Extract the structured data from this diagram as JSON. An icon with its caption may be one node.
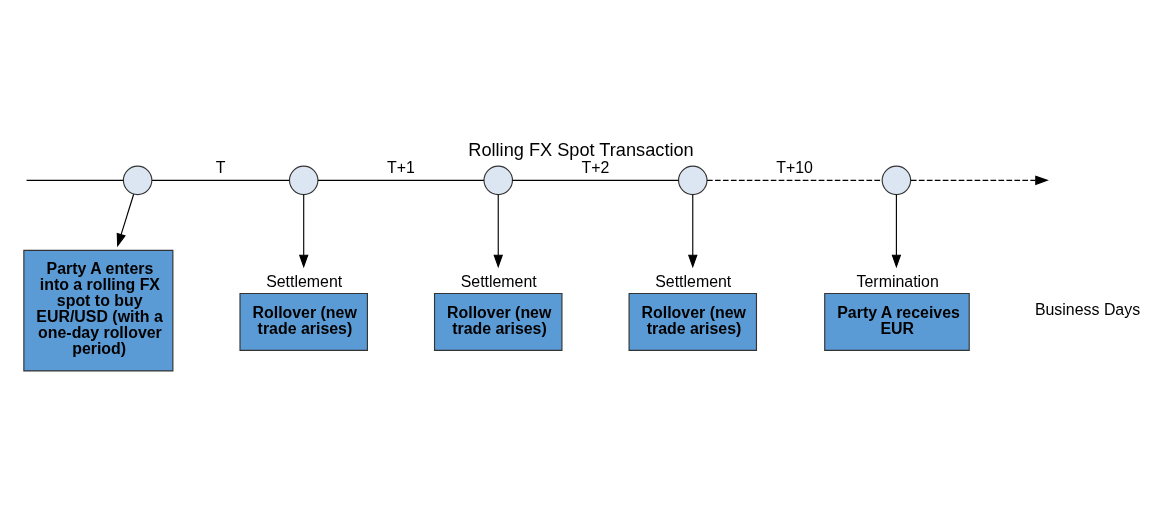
{
  "diagram": {
    "title": "Rolling FX Spot Transaction",
    "nodes": [
      {
        "text": [],
        "shape": "circle"
      },
      {
        "text": [],
        "shape": "circle"
      },
      {
        "text": [],
        "shape": "circle"
      },
      {
        "text": [],
        "shape": "circle"
      },
      {
        "text": [],
        "shape": "circle"
      },
      {
        "text": [
          "Party A enters into a rolling FX spot to buy EUR/USD (with a one-day rollover period)"
        ]
      },
      {
        "text": [
          "Rollover (new trade arises)"
        ],
        "beside": [
          "Settlement"
        ]
      },
      {
        "text": [
          "Rollover (new trade arises)"
        ],
        "beside": [
          "Settlement"
        ]
      },
      {
        "text": [
          "Rollover (new trade arises)"
        ],
        "beside": [
          "Settlement"
        ]
      },
      {
        "text": [
          "Party A receives EUR"
        ],
        "beside": [
          "Termination"
        ]
      }
    ],
    "edges": [
      {
        "from": null,
        "to": 0,
        "arrow": "none"
      },
      {
        "from": 0,
        "to": 1,
        "arrow": "none",
        "label": "T"
      },
      {
        "from": 1,
        "to": 2,
        "arrow": "none",
        "label": "T+1"
      },
      {
        "from": 2,
        "to": 3,
        "arrow": "none",
        "label": "T+2"
      },
      {
        "from": 3,
        "to": 4,
        "arrow": "none",
        "label": "T+10",
        "style": "dashed"
      },
      {
        "from": 4,
        "to": null,
        "arrow": "to",
        "style": "dashed"
      },
      {
        "from": 0,
        "to": 5,
        "arrow": "to"
      },
      {
        "from": 1,
        "to": 6,
        "arrow": "to"
      },
      {
        "from": 2,
        "to": 7,
        "arrow": "to"
      },
      {
        "from": 3,
        "to": 8,
        "arrow": "to"
      },
      {
        "from": 4,
        "to": 9,
        "arrow": "to"
      }
    ],
    "labels": [
      "Business Days"
    ]
  }
}
